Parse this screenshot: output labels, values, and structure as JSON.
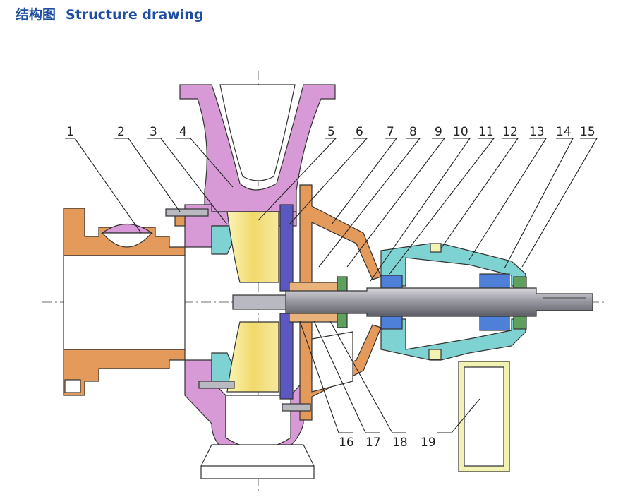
{
  "header": {
    "title_cn": "结构图",
    "title_en": "Structure drawing"
  },
  "colors": {
    "casing": "#d79ad6",
    "flange": "#e39a5b",
    "impeller": "#f2e07a",
    "cover": "#5b58c2",
    "bearing_housing": "#7fd2d2",
    "support": "#f2f2b3",
    "shaft": "#8a8a92"
  },
  "part_labels": [
    "1",
    "2",
    "3",
    "4",
    "5",
    "6",
    "7",
    "8",
    "9",
    "10",
    "11",
    "12",
    "13",
    "14",
    "15",
    "16",
    "17",
    "18",
    "19"
  ]
}
